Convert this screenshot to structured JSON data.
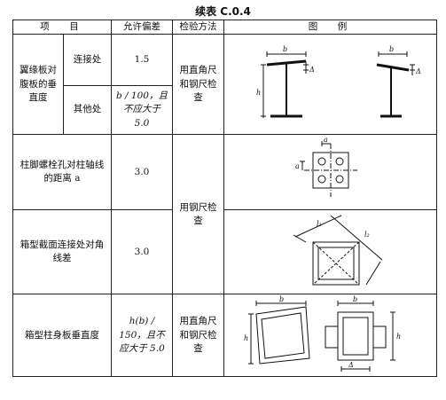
{
  "title": "续表 C.0.4",
  "header": {
    "item": "项　目",
    "tolerance": "允许偏差",
    "method": "检验方法",
    "figure": "图　例"
  },
  "rows": [
    {
      "item": "翼缘板对腹板的垂直度",
      "sub": [
        {
          "part": "连接处",
          "tolerance": "1.5"
        },
        {
          "part": "其他处",
          "tolerance": "b / 100，且不应大于 5.0"
        }
      ],
      "method": "用直角尺和钢尺检查"
    },
    {
      "item": "柱脚螺栓孔对柱轴线的距离 a",
      "tolerance": "3.0",
      "method": "用钢尺检查"
    },
    {
      "item": "箱型截面连接处对角线差",
      "tolerance": "3.0"
    },
    {
      "item": "箱型柱身板垂直度",
      "tolerance": "h(b) / 150，且不应大于 5.0",
      "method": "用直角尺和钢尺检查"
    }
  ],
  "labels": {
    "b": "b",
    "h": "h",
    "a": "a",
    "delta": "Δ",
    "l1": "l₁",
    "l2": "l₂"
  }
}
